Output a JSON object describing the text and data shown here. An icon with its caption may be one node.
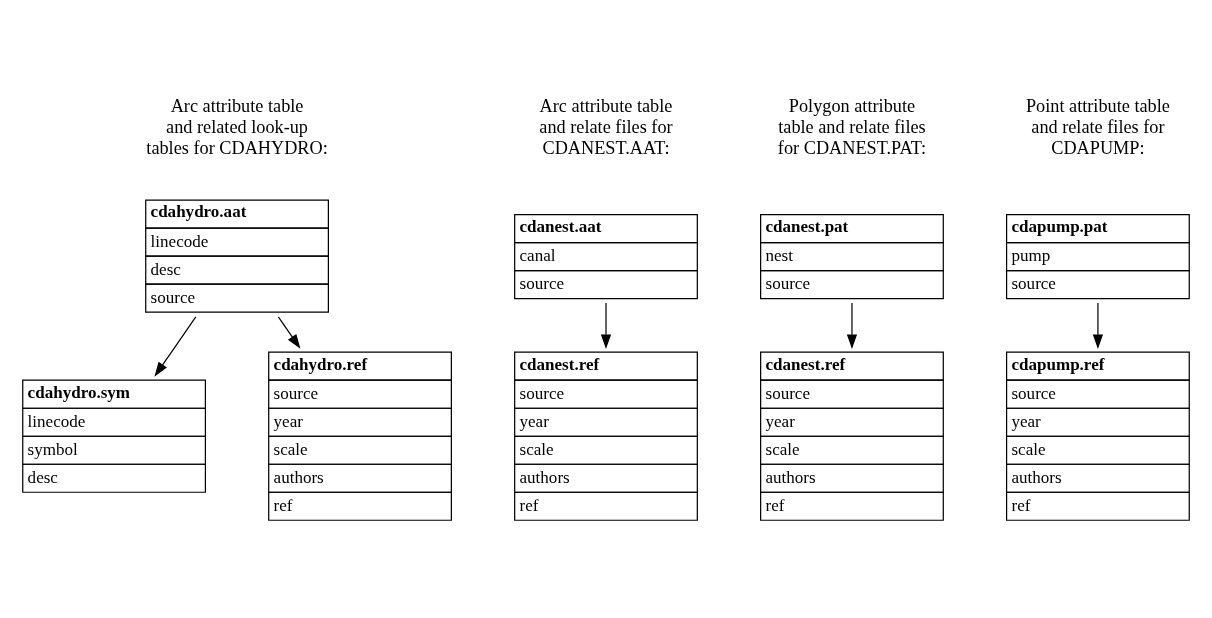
{
  "diagram": {
    "nodes": [
      {
        "text": [
          "cdahydro.aat",
          "linecode",
          "desc",
          "source"
        ]
      },
      {
        "text": [
          "cdahydro.sym",
          "linecode",
          "symbol",
          "desc"
        ]
      },
      {
        "text": [
          "cdahydro.ref",
          "source",
          "year",
          "scale",
          "authors",
          "ref"
        ]
      },
      {
        "text": [
          "cdanest.aat",
          "canal",
          "source"
        ]
      },
      {
        "text": [
          "cdanest.ref",
          "source",
          "year",
          "scale",
          "authors",
          "ref"
        ]
      },
      {
        "text": [
          "cdanest.pat",
          "nest",
          "source"
        ]
      },
      {
        "text": [
          "cdanest.ref",
          "source",
          "year",
          "scale",
          "authors",
          "ref"
        ]
      },
      {
        "text": [
          "cdapump.pat",
          "pump",
          "source"
        ]
      },
      {
        "text": [
          "cdapump.ref",
          "source",
          "year",
          "scale",
          "authors",
          "ref"
        ]
      }
    ],
    "edges": [
      {
        "from": 0,
        "to": 1,
        "arrow": "to"
      },
      {
        "from": 0,
        "to": 2,
        "arrow": "to"
      },
      {
        "from": 3,
        "to": 4,
        "arrow": "to"
      },
      {
        "from": 5,
        "to": 6,
        "arrow": "to"
      },
      {
        "from": 7,
        "to": 8,
        "arrow": "to"
      }
    ],
    "labels": [
      "Arc attribute table and related look-up tables for CDAHYDRO:",
      "Arc attribute table and relate files for CDANEST.AAT:",
      "Polygon attribute table and relate files for CDANEST.PAT:",
      "Point attribute table and relate files for CDAPUMP:"
    ]
  }
}
